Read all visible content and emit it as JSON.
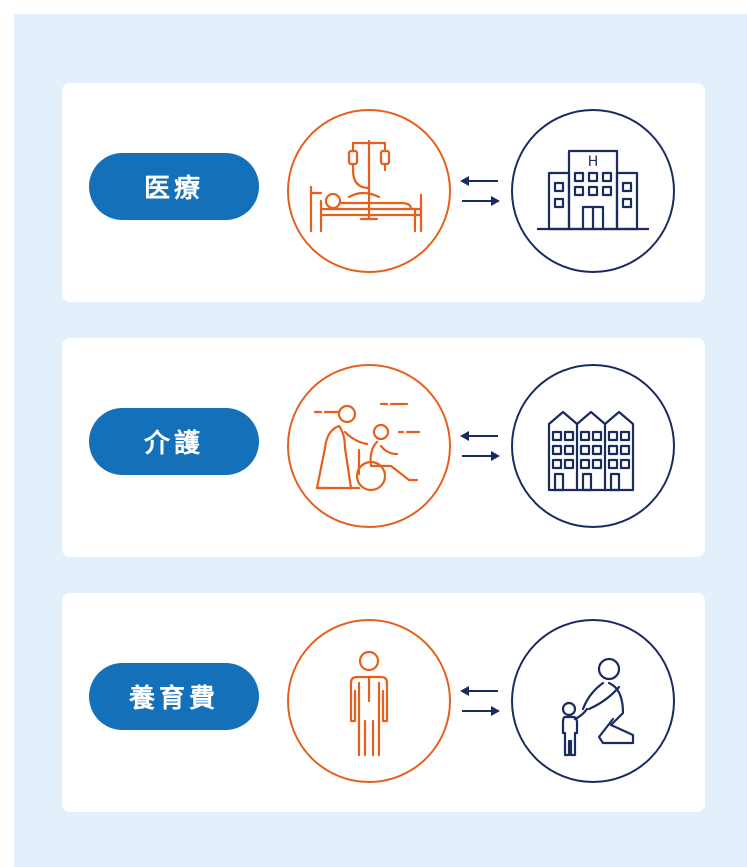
{
  "colors": {
    "panel_bg": "#e3f0fb",
    "pill_bg": "#1470b8",
    "orange": "#e5601c",
    "navy": "#1a2b5e"
  },
  "rows": [
    {
      "label": "医療",
      "left_icon": "hospital-bed-iv-icon",
      "right_icon": "hospital-building-icon"
    },
    {
      "label": "介護",
      "left_icon": "wheelchair-caregiver-icon",
      "right_icon": "care-facility-icon"
    },
    {
      "label": "養育費",
      "left_icon": "standing-person-icon",
      "right_icon": "parent-child-icon"
    }
  ]
}
